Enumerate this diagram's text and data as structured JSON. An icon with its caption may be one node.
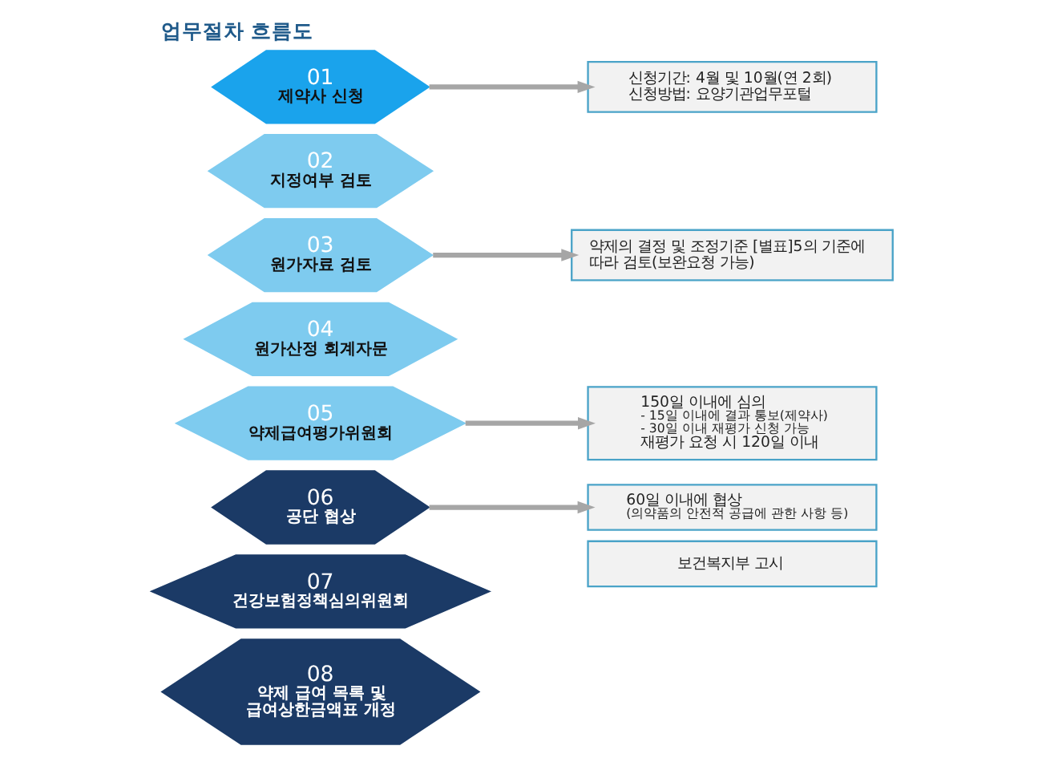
{
  "diagram": {
    "title": "업무절차 흐름도",
    "nodes": [
      {
        "text": [
          "01",
          "제약사 신청"
        ]
      },
      {
        "text": [
          "신청기간: 4월 및 10월(연 2회)",
          "신청방법: 요양기관업무포털"
        ]
      },
      {
        "text": [
          "02",
          "지정여부 검토"
        ]
      },
      {
        "text": [
          "03",
          "원가자료 검토"
        ]
      },
      {
        "text": [
          "약제의 결정 및 조정기준 [별표]5의 기준에 따라 검토(보완요청 가능)"
        ]
      },
      {
        "text": [
          "04",
          "원가산정 회계자문"
        ]
      },
      {
        "text": [
          "05",
          "약제급여평가위원회"
        ]
      },
      {
        "text": [
          "150일 이내에 심의",
          "- 15일 이내에 결과 통보(제약사)",
          "- 30일 이내 재평가 신청 가능",
          "재평가 요청 시 120일 이내"
        ]
      },
      {
        "text": [
          "06",
          "공단 협상"
        ]
      },
      {
        "text": [
          "60일 이내에 협상",
          "(의약품의 안전적 공급에 관한 사항 등)"
        ]
      },
      {
        "text": [
          "07",
          "건강보험정책심의위원회"
        ]
      },
      {
        "text": [
          "08",
          "약제 급여 목록 및 급여상한금액표 개정"
        ]
      },
      {
        "text": [
          "보건복지부 고시"
        ]
      }
    ],
    "edges": [
      {
        "from": 0,
        "to": 1,
        "arrow": "to"
      },
      {
        "from": 3,
        "to": 4,
        "arrow": "to"
      },
      {
        "from": 6,
        "to": 7,
        "arrow": "to"
      },
      {
        "from": 8,
        "to": 9,
        "arrow": "to"
      }
    ]
  }
}
